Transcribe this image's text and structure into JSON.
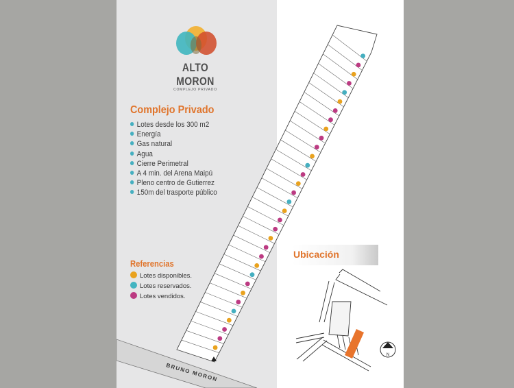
{
  "brand": {
    "name": "ALTO MORON",
    "tagline": "COMPLEJO PRIVADO"
  },
  "features": {
    "title": "Complejo Privado",
    "items": [
      "Lotes desde los 300 m2",
      "Energía",
      "Gas natural",
      "Agua",
      "Cierre Perimetral",
      "A 4 min. del Arena Maipú",
      "Pleno centro de Gutierrez",
      "150m del trasporte público"
    ]
  },
  "legend": {
    "title": "Referencias",
    "items": [
      {
        "label": "Lotes disponibles.",
        "color": "#e9a21e"
      },
      {
        "label": "Lotes reservados.",
        "color": "#43b4c1"
      },
      {
        "label": "Lotes vendidos.",
        "color": "#bc3a82"
      }
    ]
  },
  "map": {
    "street": "BRUNO MORON"
  },
  "location": {
    "title": "Ubicación",
    "north_label": "N",
    "highlight_color": "#e8742c"
  },
  "colors": {
    "accent": "#e0742b",
    "teal": "#45afc0",
    "magenta": "#bc3a82",
    "amber": "#e9a21e"
  }
}
